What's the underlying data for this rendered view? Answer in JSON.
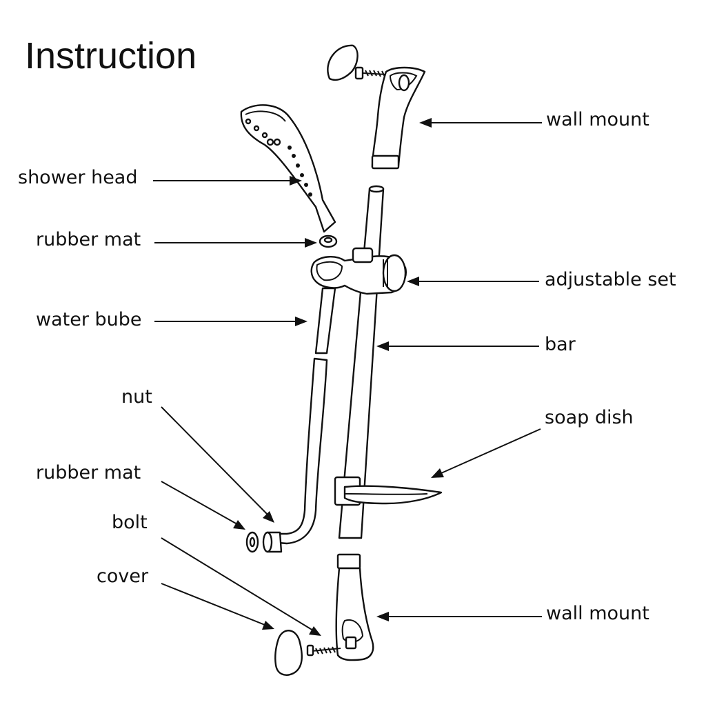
{
  "title": "Instruction",
  "labels": {
    "wall_mount_top": "wall mount",
    "shower_head": "shower head",
    "rubber_mat_top": "rubber mat",
    "adjustable_set": "adjustable set",
    "water_bube": "water bube",
    "bar": "bar",
    "nut": "nut",
    "soap_dish": "soap dish",
    "rubber_mat_bottom": "rubber mat",
    "bolt": "bolt",
    "cover": "cover",
    "wall_mount_bottom": "wall mount"
  }
}
